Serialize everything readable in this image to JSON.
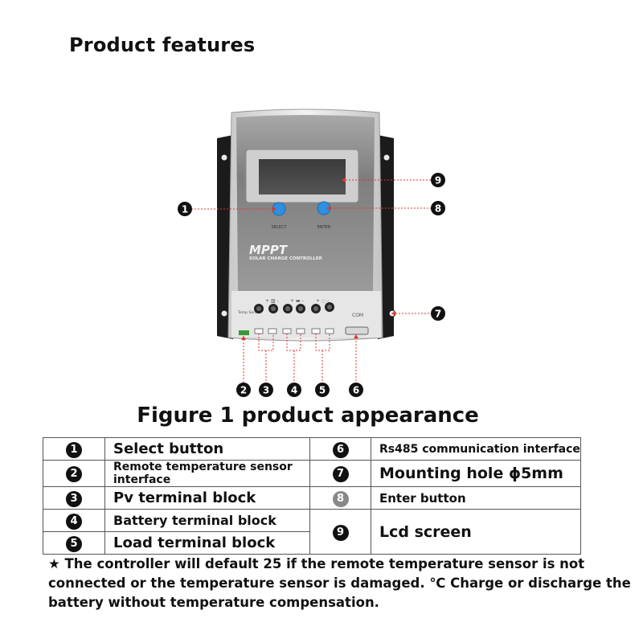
{
  "heading": "Product features",
  "figure": {
    "device_title": "MPPT",
    "device_subtitle": "SOLAR CHARGE CONTROLLER",
    "btn_select_label": "SELECT",
    "btn_enter_label": "ENTER",
    "temp_sensor_label": "Temp Sensor",
    "com_label": "COM",
    "callouts": [
      "1",
      "2",
      "3",
      "4",
      "5",
      "6",
      "7",
      "8",
      "9"
    ],
    "caption": "Figure 1 product appearance"
  },
  "table": {
    "rows": [
      {
        "left_num": "1",
        "left_label": "Select button",
        "right_num": "6",
        "right_label": "Rs485 communication interface"
      },
      {
        "left_num": "2",
        "left_label": "Remote temperature sensor interface",
        "right_num": "7",
        "right_label": "Mounting hole ϕ5mm"
      },
      {
        "left_num": "3",
        "left_label": "Pv terminal block",
        "right_num": "8",
        "right_label": "Enter button"
      },
      {
        "left_num": "4",
        "left_label": "Battery terminal block",
        "right_num": "9",
        "right_label": "Lcd screen"
      },
      {
        "left_num": "5",
        "left_label": "Load terminal block"
      }
    ]
  },
  "note": "★ The controller will default 25 if the remote temperature sensor is not connected or the temperature sensor is damaged. ℃ Charge or discharge the battery without temperature compensation.",
  "colors": {
    "accent_button": "#2f8fe0",
    "callout_line": "#e0362e",
    "badge": "#111111"
  }
}
